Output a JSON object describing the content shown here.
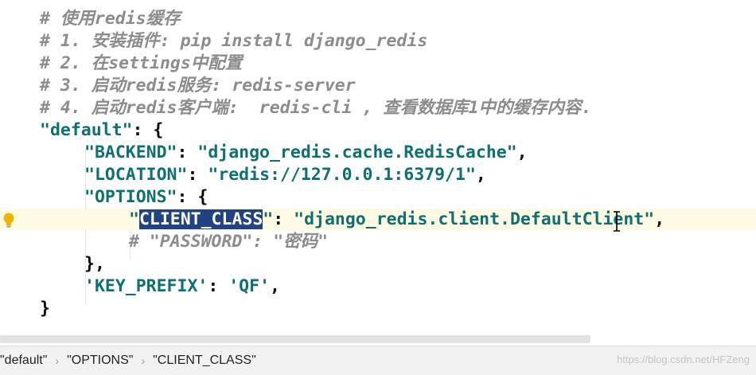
{
  "editor": {
    "lines": [
      {
        "segments": [
          {
            "cls": "comment",
            "text": "# 使用redis缓存"
          }
        ]
      },
      {
        "segments": [
          {
            "cls": "comment",
            "text": "# 1. 安装插件: pip install django_redis"
          }
        ]
      },
      {
        "segments": [
          {
            "cls": "comment",
            "text": "# 2. 在settings中配置"
          }
        ]
      },
      {
        "segments": [
          {
            "cls": "comment",
            "text": "# 3. 启动redis服务: redis-server"
          }
        ]
      },
      {
        "segments": [
          {
            "cls": "comment",
            "text": "# 4. 启动redis客户端:  redis-cli , 查看数据库1中的缓存内容."
          }
        ]
      },
      {
        "segments": [
          {
            "cls": "key",
            "text": "\"default\""
          },
          {
            "cls": "punc",
            "text": ": {"
          }
        ]
      },
      {
        "segments": [
          {
            "cls": "key",
            "text": "\"BACKEND\""
          },
          {
            "cls": "punc",
            "text": ": "
          },
          {
            "cls": "str",
            "text": "\"django_redis.cache.RedisCache\""
          },
          {
            "cls": "punc",
            "text": ","
          }
        ]
      },
      {
        "segments": [
          {
            "cls": "key",
            "text": "\"LOCATION\""
          },
          {
            "cls": "punc",
            "text": ": "
          },
          {
            "cls": "str",
            "text": "\"redis://127.0.0.1:6379/1\""
          },
          {
            "cls": "punc",
            "text": ","
          }
        ]
      },
      {
        "segments": [
          {
            "cls": "key",
            "text": "\"OPTIONS\""
          },
          {
            "cls": "punc",
            "text": ": {"
          }
        ]
      },
      {
        "segments": [
          {
            "cls": "key",
            "text": "\""
          },
          {
            "cls": "key sel",
            "text": "CLIENT_CLASS"
          },
          {
            "cls": "key",
            "text": "\""
          },
          {
            "cls": "punc",
            "text": ": "
          },
          {
            "cls": "str",
            "text": "\"django_redis.client.DefaultClient\""
          },
          {
            "cls": "punc",
            "text": ","
          }
        ]
      },
      {
        "segments": [
          {
            "cls": "comment",
            "text": "# \"PASSWORD\": \"密码\""
          }
        ]
      },
      {
        "segments": [
          {
            "cls": "punc",
            "text": "},"
          }
        ]
      },
      {
        "segments": [
          {
            "cls": "key",
            "text": "'KEY_PREFIX'"
          },
          {
            "cls": "punc",
            "text": ": "
          },
          {
            "cls": "str",
            "text": "'QF'"
          },
          {
            "cls": "punc",
            "text": ","
          }
        ]
      },
      {
        "segments": [
          {
            "cls": "punc",
            "text": "}"
          }
        ]
      }
    ]
  },
  "breadcrumb": {
    "items": [
      "\"default\"",
      "\"OPTIONS\"",
      "\"CLIENT_CLASS\""
    ],
    "separator": "›"
  },
  "watermark": "https://blog.csdn.net/HFZeng",
  "colors": {
    "comment": "#8c8c8c",
    "key": "#0e7070",
    "selection": "#214283",
    "current_line": "#fffae3"
  }
}
